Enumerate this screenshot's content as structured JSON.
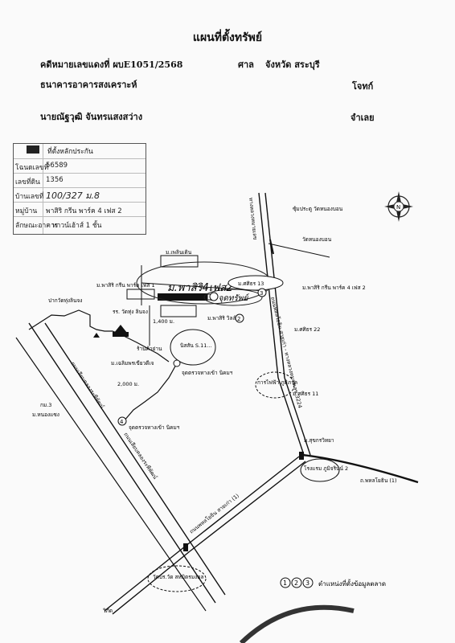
{
  "document": {
    "title": "แผนที่ตั้งทรัพย์",
    "case_label": "คดีหมายเลขแดงที่ ผบE1051/2568",
    "court_label": "ศาล",
    "court_name": "จังหวัด สระบุรี",
    "plaintiff": "ธนาคารอาคารสงเคราะห์",
    "plaintiff_role": "โจทก์",
    "defendant": "นายณัฐวุฒิ จันทรแสงสว่าง",
    "defendant_role": "จำเลย"
  },
  "property_box": {
    "header": "ที่ตั้งหลักประกัน",
    "rows": [
      {
        "label": "โฉนดเลขที่",
        "value": "56589"
      },
      {
        "label": "เลขที่ดิน",
        "value": "1356"
      },
      {
        "label": "บ้านเลขที่",
        "value": "100/327 ม.8"
      },
      {
        "label": "หมู่บ้าน",
        "value": "พาสิริ กรีน พาร์ค 4 เฟส 2"
      },
      {
        "label": "ลักษณะอาคาร",
        "value": "ทาวน์เฮ้าส์ 1 ชั้น"
      }
    ]
  },
  "map": {
    "handwritten_label": "ม.พาสิริ4เฟส2",
    "handwritten_mark": "1 จุดทรัพย์",
    "compass": "N",
    "labels": {
      "temple_top": "ซุ้มประตู วัดหนองบอน",
      "temple_road": "วัดหนองบอน",
      "road_vertical_top": "ทางหลวงหมายเลข",
      "road_diag": "ถนนพหลโยธิน สายเก่า - ทางหลวงหมายเลข 3224",
      "road_left_diag1": "ถนนเลียบคลองระพีพัฒน์",
      "road_left_diag2": "ถนนเลียบคลองระพีพัฒน์",
      "road_bottom": "ถนนพหลโยธิน สายเก่า (1)",
      "road_right": "ถ.พหลโยธิน (1)",
      "vil_top": "ม.เพลินเดิน",
      "vil_pasiri1": "ม.พาสิริ กรีน พาร์ค เฟส 1",
      "vil_sirin13": "ม.ศศิธร 13",
      "vil_pasiri4": "ม.พาสิริ กรีน พาร์ค 4 เฟส 2",
      "vil_pasiri_ville": "ม.พาสิริ วิลล์",
      "vil_sirin22": "ม.ศศิธร 22",
      "vil_sirin11": "ม.ศศิธร 11",
      "vil_sukhumvit": "ม.สุขกรวิทยา",
      "school": "รร. วัดทุ่ง ลินจง",
      "dist_1400": "1,400 ม.",
      "dist_2000": "2,000 ม.",
      "shop": "ร้านค้าย่าน",
      "vil_saesoek": "ม.เฉลิมพรเขียวดีเจ",
      "nissan": "นิสสัน S.11...",
      "checkpoint1": "จุดตรวจทางเข้า นิคมฯ",
      "checkpoint2": "จุดตรวจทางเข้า นิคมฯ",
      "police": "การไฟฟ้า ภูมิภาค",
      "school_right": "โรงแรม ภูมิจรินน์ 2",
      "pak_nong": "ปากวัดทุ่งลินจง",
      "wat_bottom": "วัดบร.วัด สหมิตรมงคล",
      "km3": "กม.3",
      "vil_nongsoi": "ม.หนองแซง",
      "marker_2": "2",
      "marker_3": "3",
      "marker_4": "4",
      "legend_nums": [
        "1",
        "2",
        "3"
      ],
      "legend_text": "ตำแหน่งที่ตั้งข้อมูลตลาด",
      "to_left_bottom": "วิภัด"
    }
  }
}
